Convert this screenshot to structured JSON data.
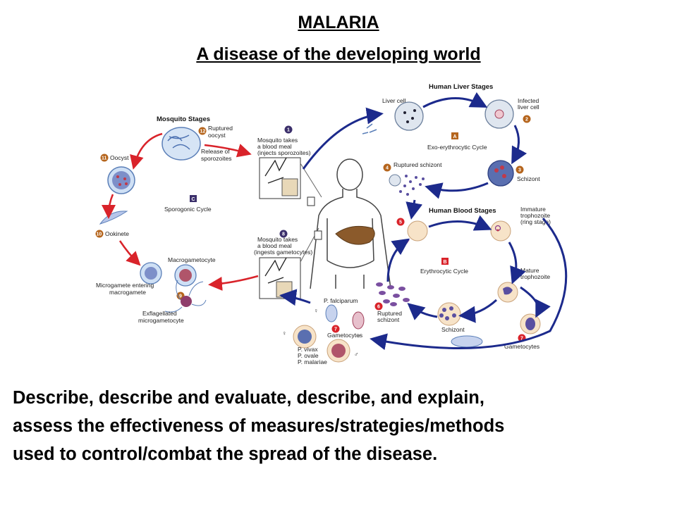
{
  "title": {
    "line1": "MALARIA",
    "line2": "A disease of the developing world"
  },
  "diagram": {
    "mosquito_stages": "Mosquito Stages",
    "human_liver_stages": "Human Liver Stages",
    "human_blood_stages": "Human Blood Stages",
    "cycle_a": "Exo-erythrocytic Cycle",
    "cycle_b": "Erythrocytic Cycle",
    "cycle_c": "Sporogonic Cycle",
    "letter_a": "A",
    "letter_b": "B",
    "letter_c": "C",
    "liver_cell": "Liver cell",
    "infected_liver_cell_1": "Infected",
    "infected_liver_cell_2": "liver cell",
    "schizont_liver": "Schizont",
    "ruptured_schizont_liver": "Ruptured schizont",
    "immature_1": "Immature",
    "immature_2": "trophozoite",
    "immature_3": "(ring stage)",
    "mature_1": "Mature",
    "mature_2": "trophozoite",
    "schizont_blood": "Schizont",
    "ruptured_blood_1": "Ruptured",
    "ruptured_blood_2": "schizont",
    "gametocytes_right": "Gametocytes",
    "gametocytes_left": "Gametocytes",
    "p_falciparum": "P. falciparum",
    "p_vivax": "P. vivax",
    "p_ovale": "P. ovale",
    "p_malariae": "P. malariae",
    "mosquito_takes_1a": "Mosquito takes",
    "mosquito_takes_1b": "a blood meal",
    "mosquito_takes_1c": "(injects sporozoites)",
    "mosquito_takes_8a": "Mosquito takes",
    "mosquito_takes_8b": "a blood meal",
    "mosquito_takes_8c": "(ingests gametocytes)",
    "ruptured_oocyst_1": "Ruptured",
    "ruptured_oocyst_2": "oocyst",
    "release_1": "Release of",
    "release_2": "sporozoites",
    "oocyst": "Oocyst",
    "ookinete": "Ookinete",
    "macrogametocyte": "Macrogametocyte",
    "microgamete_1": "Microgamete entering",
    "microgamete_2": "macrogamete",
    "exflagellated_1": "Exflagellated",
    "exflagellated_2": "microgametocyte",
    "n1": "1",
    "n2": "2",
    "n3": "3",
    "n4": "4",
    "n5": "5",
    "n6": "6",
    "n7": "7",
    "n7b": "7",
    "n8": "8",
    "n9": "9",
    "n10": "10",
    "n11": "11",
    "n12": "12",
    "female": "♀",
    "male": "♂"
  },
  "body_text": {
    "line1": "Describe, describe and evaluate, describe, and explain,",
    "line2": "assess the effectiveness of measures/strategies/methods",
    "line3": "used to control/combat the spread of the disease."
  },
  "colors": {
    "arrow_blue": "#1c2a8c",
    "arrow_red": "#d9232a",
    "badge_brown": "#b5651d",
    "badge_purple": "#3b2f6b",
    "liver": "#8b5a2b"
  }
}
